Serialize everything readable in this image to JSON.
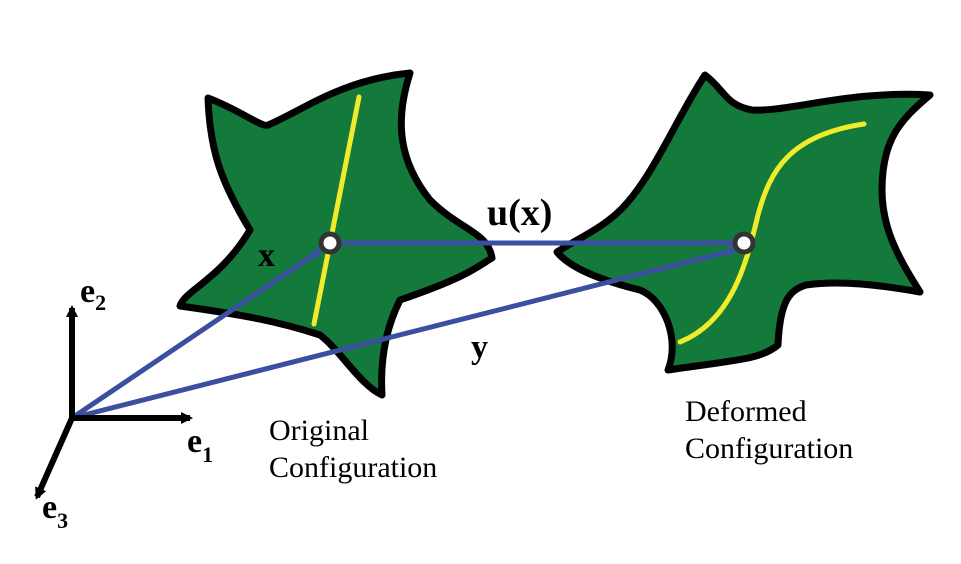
{
  "labels": {
    "x": "x",
    "y": "y",
    "u": "u(x)",
    "e1": "e",
    "e1_sub": "1",
    "e2": "e",
    "e2_sub": "2",
    "e3": "e",
    "e3_sub": "3",
    "original_line1": "Original",
    "original_line2": "Configuration",
    "deformed_line1": "Deformed",
    "deformed_line2": "Configuration"
  },
  "colors": {
    "body_fill": "#147a3c",
    "body_stroke": "#000000",
    "material_line": "#f0ec2a",
    "vector": "#3a4fa0",
    "axis": "#000000",
    "point_fill": "#ffffff",
    "point_stroke": "#333333"
  }
}
